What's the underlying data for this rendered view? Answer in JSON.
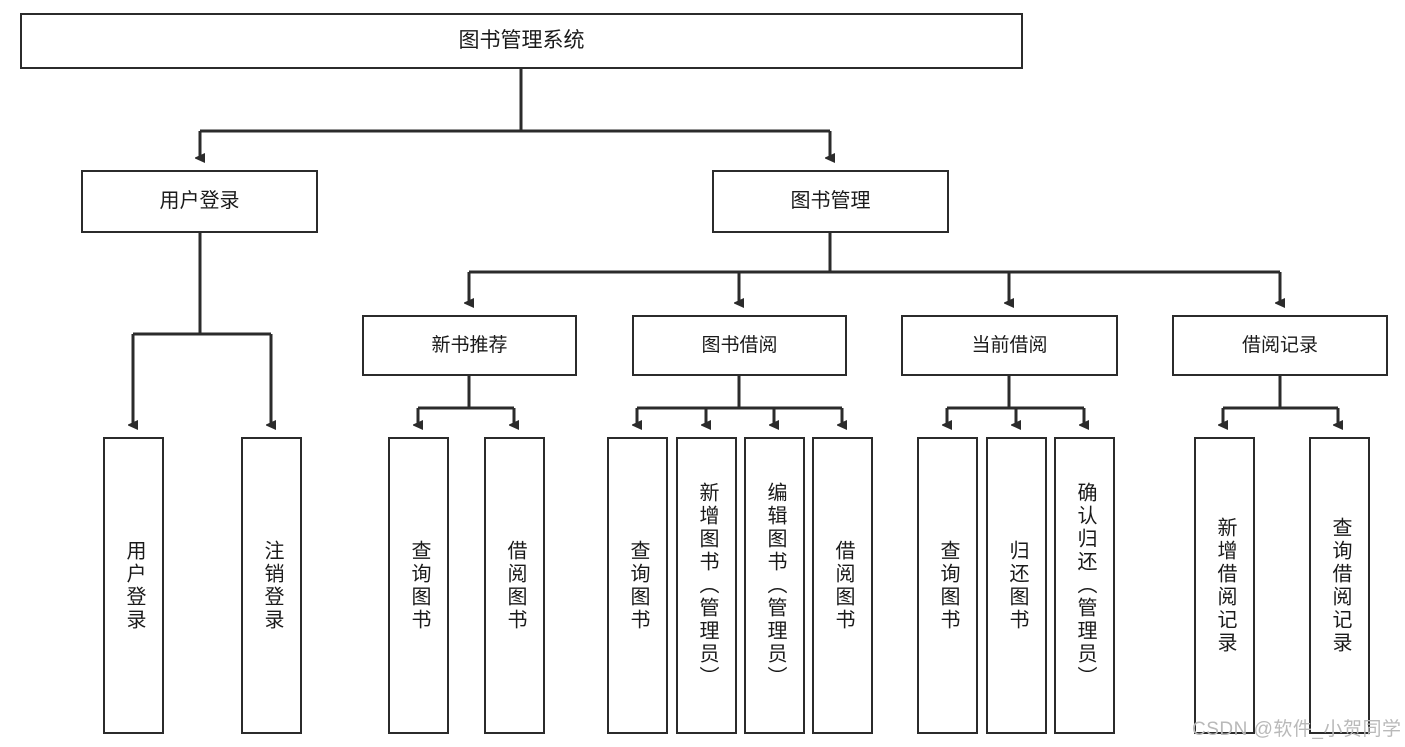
{
  "diagram": {
    "title_text": "图书管理系统",
    "type": "tree-hierarchy-diagram",
    "colors": {
      "box_border": "#2b2b2b",
      "box_fill": "#ffffff",
      "connector": "#2b2b2b",
      "text": "#1a1a1a",
      "watermark": "#b9b9b9",
      "background": "#ffffff"
    },
    "root": {
      "label": "图书管理系统"
    },
    "level1": [
      {
        "label": "用户登录"
      },
      {
        "label": "图书管理"
      }
    ],
    "level2": [
      {
        "label": "新书推荐"
      },
      {
        "label": "图书借阅"
      },
      {
        "label": "当前借阅"
      },
      {
        "label": "借阅记录"
      }
    ],
    "leaves": {
      "user_login_group": [
        {
          "label": "用户登录"
        },
        {
          "label": "注销登录"
        }
      ],
      "new_book_group": [
        {
          "label": "查询图书"
        },
        {
          "label": "借阅图书"
        }
      ],
      "book_borrow_group": [
        {
          "label": "查询图书"
        },
        {
          "label": "新增图书（管理员）"
        },
        {
          "label": "编辑图书（管理员）"
        },
        {
          "label": "借阅图书"
        }
      ],
      "current_borrow_group": [
        {
          "label": "查询图书"
        },
        {
          "label": "归还图书"
        },
        {
          "label": "确认归还（管理员）"
        }
      ],
      "borrow_record_group": [
        {
          "label": "新增借阅记录"
        },
        {
          "label": "查询借阅记录"
        }
      ]
    }
  },
  "watermark": {
    "text": "CSDN @软件_小贺同学"
  }
}
